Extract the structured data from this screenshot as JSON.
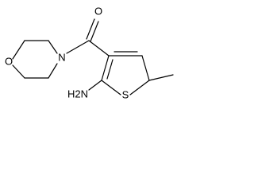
{
  "molecule": {
    "atoms": {
      "morpholine_oxygen": "O",
      "morpholine_nitrogen": "N",
      "carbonyl_oxygen": "O",
      "amine": "H2N",
      "thiophene_sulfur": "S"
    }
  }
}
